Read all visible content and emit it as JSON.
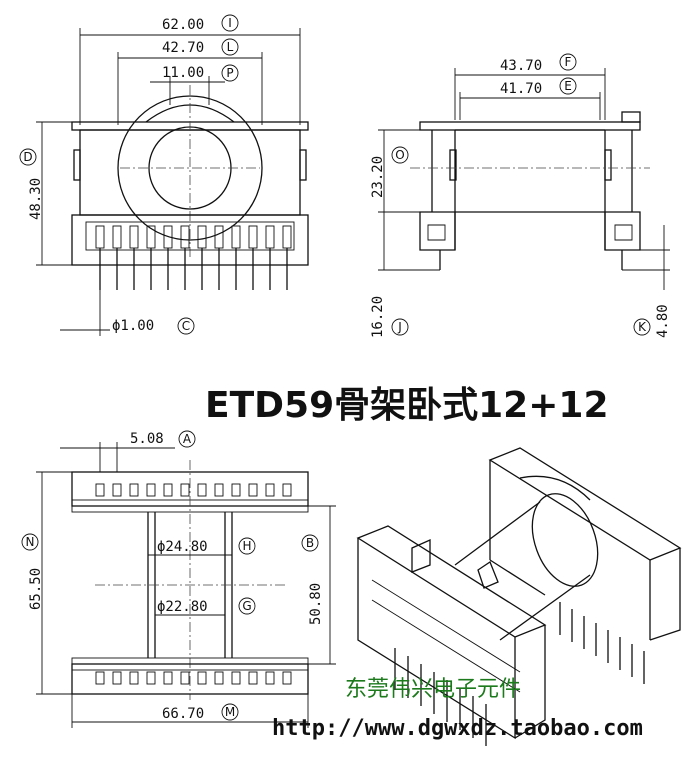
{
  "title": "ETD59骨架卧式12+12",
  "brand": "东莞伟兴电子元件",
  "url": "http://www.dgwxdz.taobao.com",
  "dimensions": {
    "I": {
      "letter": "I",
      "value": "62.00"
    },
    "L": {
      "letter": "L",
      "value": "42.70"
    },
    "P": {
      "letter": "P",
      "value": "11.00"
    },
    "D": {
      "letter": "D",
      "value": "48.30"
    },
    "C": {
      "letter": "C",
      "value": "ϕ1.00"
    },
    "F": {
      "letter": "F",
      "value": "43.70"
    },
    "E": {
      "letter": "E",
      "value": "41.70"
    },
    "O": {
      "letter": "O",
      "value": "23.20"
    },
    "J": {
      "letter": "J",
      "value": "16.20"
    },
    "K": {
      "letter": "K",
      "value": "4.80"
    },
    "A": {
      "letter": "A",
      "value": "5.08"
    },
    "N": {
      "letter": "N",
      "value": "65.50"
    },
    "B": {
      "letter": "B",
      "value": "50.80"
    },
    "H": {
      "letter": "H",
      "value": "ϕ24.80"
    },
    "G": {
      "letter": "G",
      "value": "ϕ22.80"
    },
    "M": {
      "letter": "M",
      "value": "66.70"
    }
  }
}
